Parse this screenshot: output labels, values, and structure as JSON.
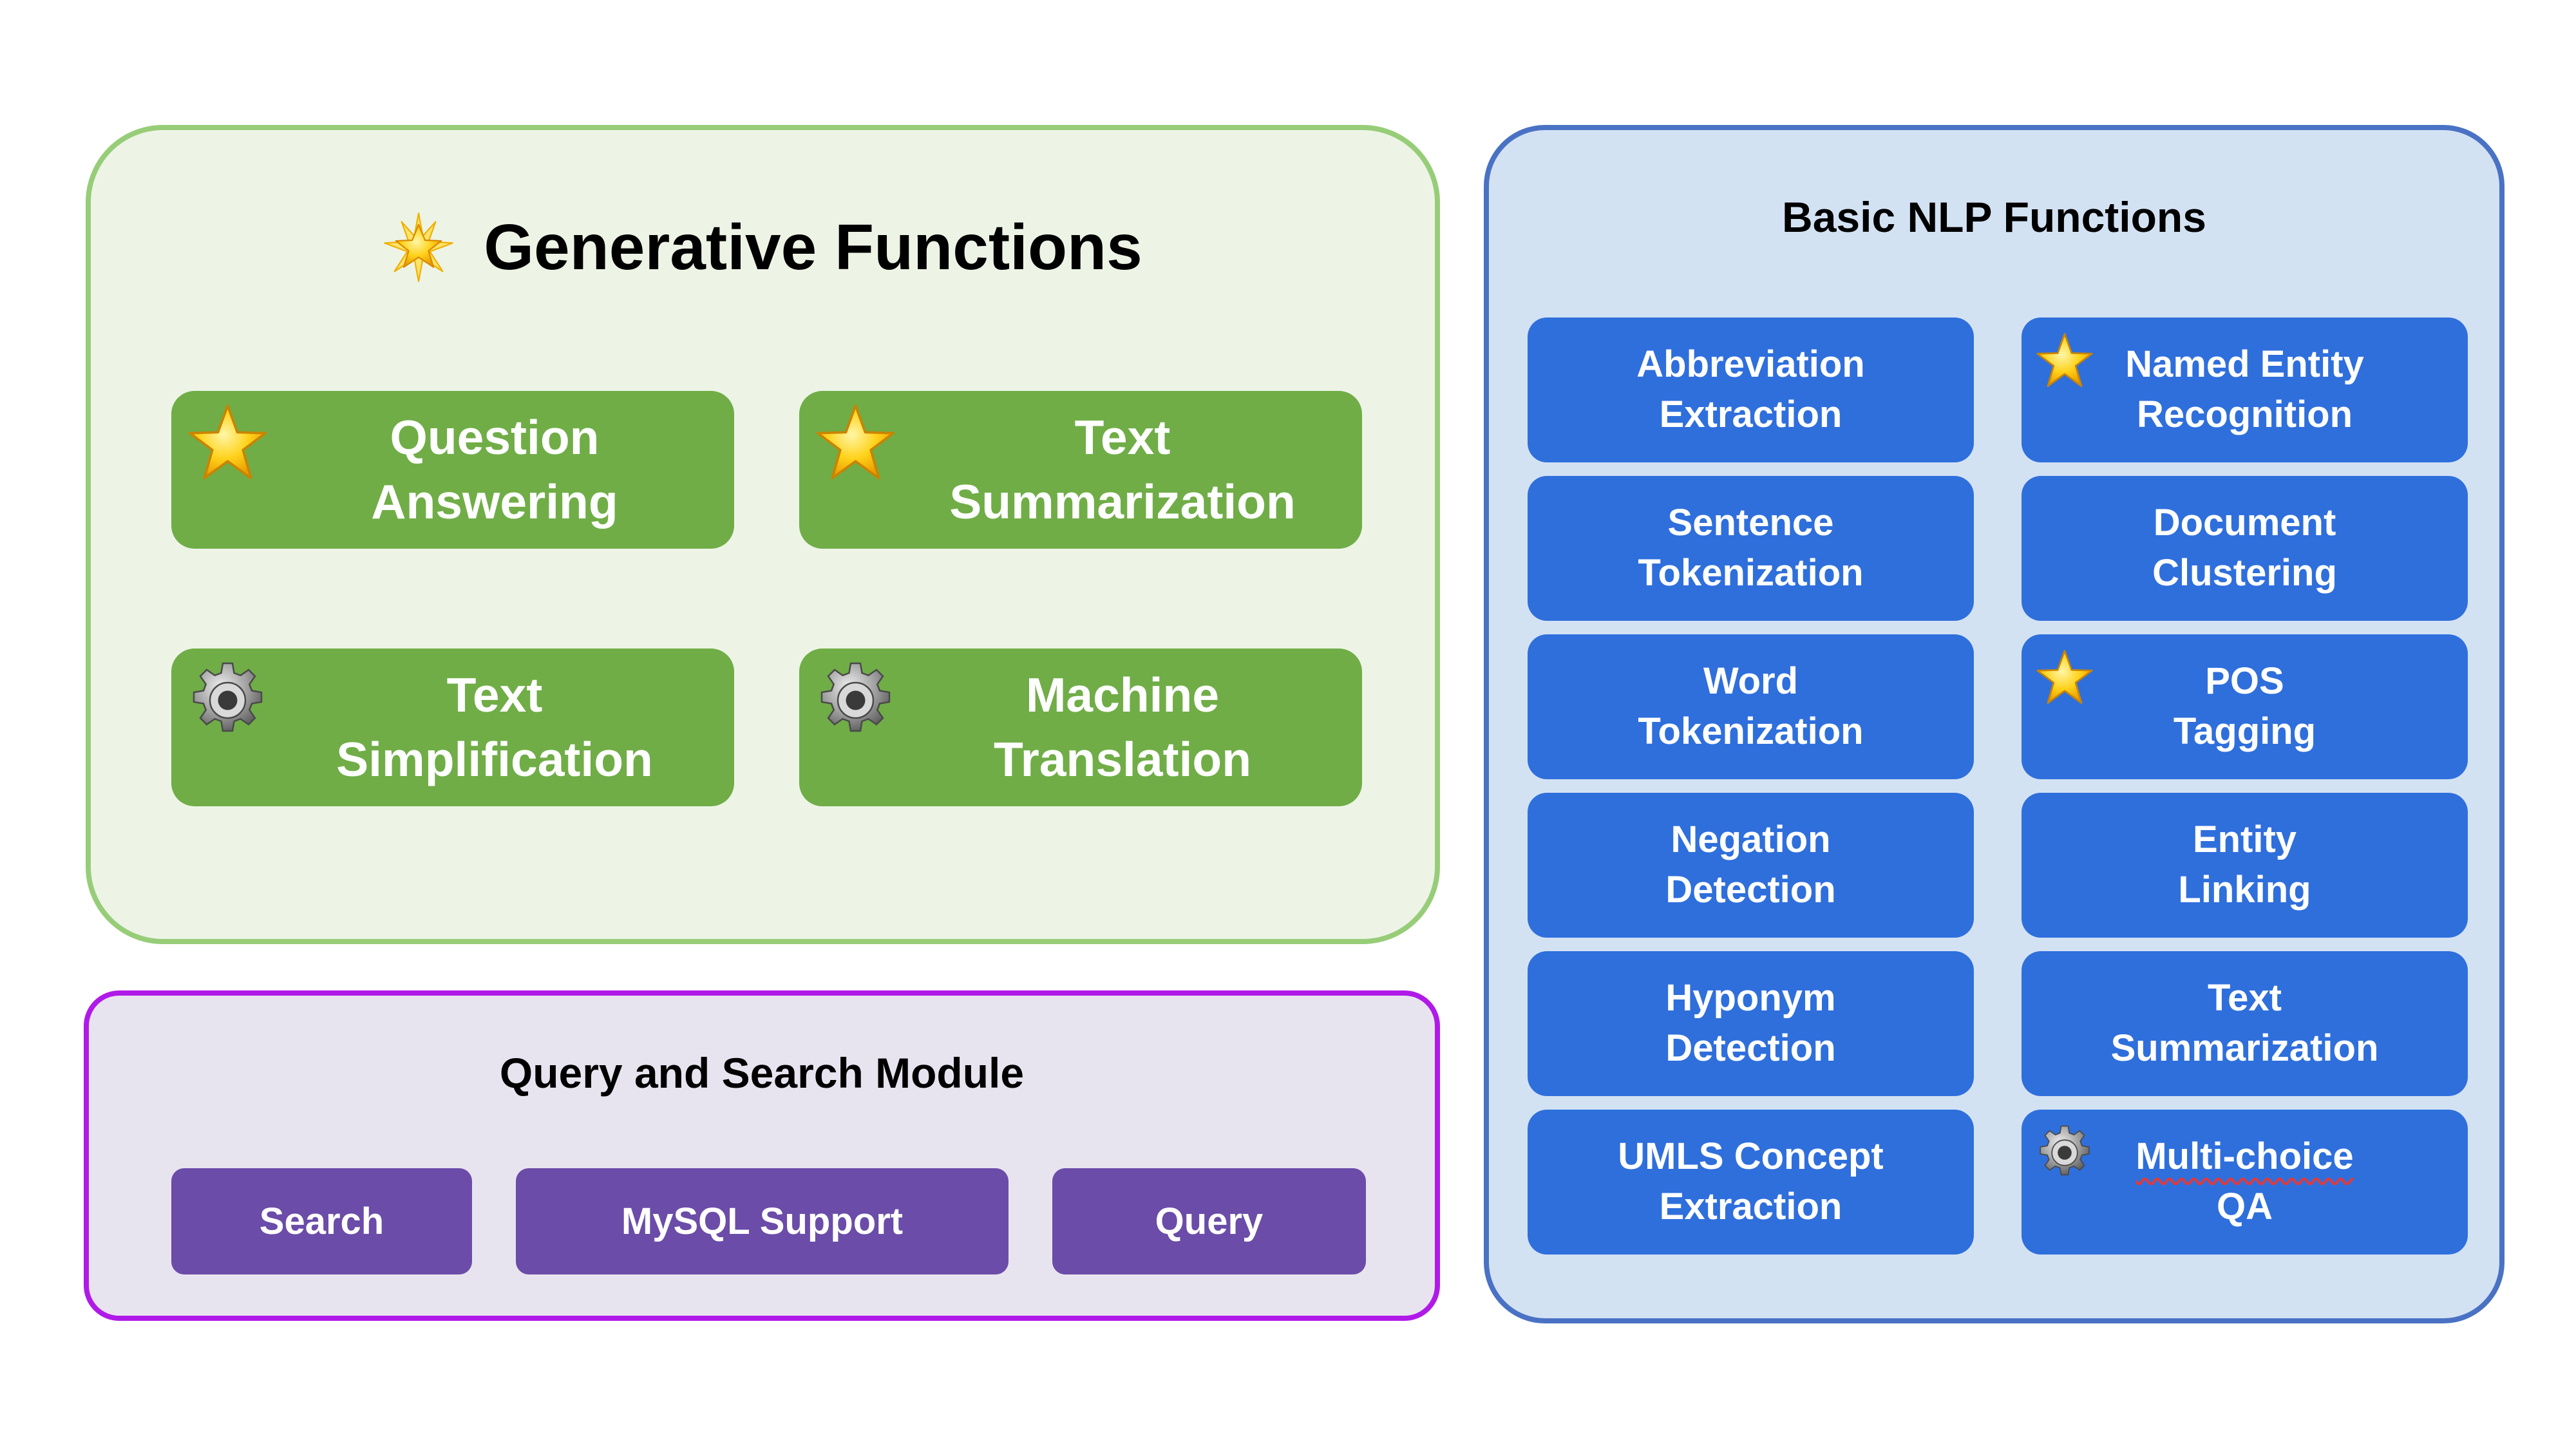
{
  "generative": {
    "title": "Generative Functions",
    "title_icon": "glowing-star-icon",
    "items": [
      {
        "line1": "Question",
        "line2": "Answering",
        "icon": "star-icon"
      },
      {
        "line1": "Text",
        "line2": "Summarization",
        "icon": "star-icon"
      },
      {
        "line1": "Text",
        "line2": "Simplification",
        "icon": "gear-icon"
      },
      {
        "line1": "Machine",
        "line2": "Translation",
        "icon": "gear-icon"
      }
    ]
  },
  "query": {
    "title": "Query and Search Module",
    "items": [
      "Search",
      "MySQL Support",
      "Query"
    ]
  },
  "nlp": {
    "title": "Basic NLP Functions",
    "items": [
      {
        "line1": "Abbreviation",
        "line2": "Extraction"
      },
      {
        "line1": "Named Entity",
        "line2": "Recognition",
        "icon": "star-icon"
      },
      {
        "line1": "Sentence",
        "line2": "Tokenization"
      },
      {
        "line1": "Document",
        "line2": "Clustering"
      },
      {
        "line1": "Word",
        "line2": "Tokenization"
      },
      {
        "line1": "POS",
        "line2": "Tagging",
        "icon": "star-icon"
      },
      {
        "line1": "Negation",
        "line2": "Detection"
      },
      {
        "line1": "Entity",
        "line2": "Linking"
      },
      {
        "line1": "Hyponym",
        "line2": "Detection"
      },
      {
        "line1": "Text",
        "line2": "Summarization"
      },
      {
        "line1": "UMLS Concept",
        "line2": "Extraction"
      },
      {
        "line1": "Multi-choice",
        "line2": "QA",
        "icon": "gear-icon"
      }
    ]
  },
  "colors": {
    "generative_bg": "#edf4e6",
    "generative_border": "#97cd78",
    "generative_box": "#70ad47",
    "query_bg": "#e8e4ef",
    "query_border": "#b01ae8",
    "query_box": "#6b4ca8",
    "nlp_bg": "#d3e2f3",
    "nlp_border": "#4a72c4",
    "nlp_box": "#2f6fdc"
  }
}
